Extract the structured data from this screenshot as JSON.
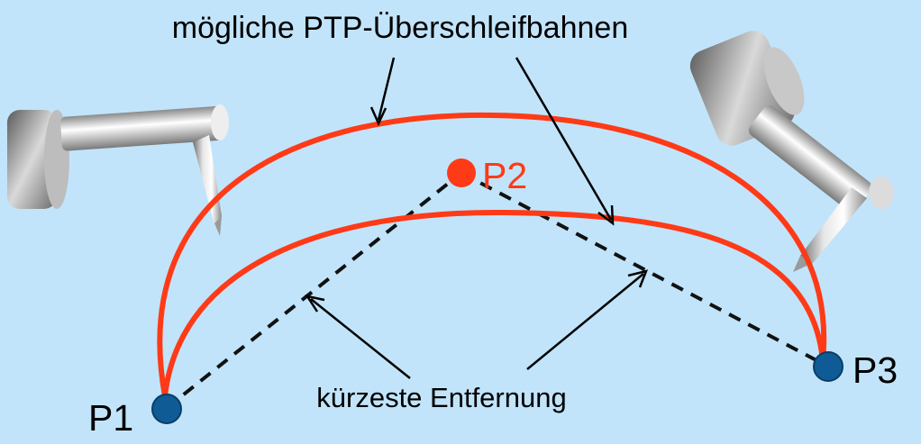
{
  "diagram": {
    "title": "mögliche PTP-Überschleifbahnen",
    "bottom_label": "kürzeste Entfernung",
    "points": {
      "p1": "P1",
      "p2": "P2",
      "p3": "P3"
    },
    "colors": {
      "background": "#c1e4fa",
      "path": "#ff3a17",
      "point_blue": "#0f5b96",
      "point_red": "#ff3a17",
      "dashed_line": "#111111",
      "arrow": "#000000",
      "text": "#000000"
    },
    "robots": [
      "left-robot-arm",
      "right-robot-arm"
    ]
  }
}
